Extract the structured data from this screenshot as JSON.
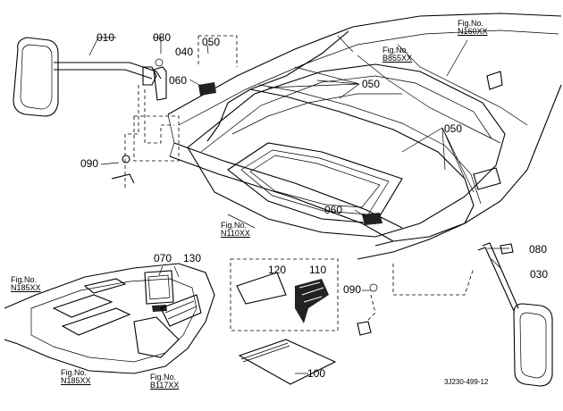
{
  "parts": {
    "p010": "010",
    "p080_top": "080",
    "p040": "040",
    "p050_box": "050",
    "p060_top": "060",
    "p050_a": "050",
    "p050_b": "050",
    "p090_left": "090",
    "p060_mid": "060",
    "p080_right": "080",
    "p030": "030",
    "p070": "070",
    "p130": "130",
    "p120": "120",
    "p110": "110",
    "p090_right": "090",
    "p100": "100"
  },
  "figs": {
    "b855": {
      "label": "Fig.No.",
      "no": "B855XX"
    },
    "n160": {
      "label": "Fig.No.",
      "no": "N160XX"
    },
    "n110": {
      "label": "Fig.No.",
      "no": "N110XX"
    },
    "n185a": {
      "label": "Fig.No.",
      "no": "N185XX"
    },
    "n185b": {
      "label": "Fig.No.",
      "no": "N185XX"
    },
    "b117": {
      "label": "Fig.No.",
      "no": "B117XX"
    }
  },
  "drawing_code": "3J230-499-12"
}
